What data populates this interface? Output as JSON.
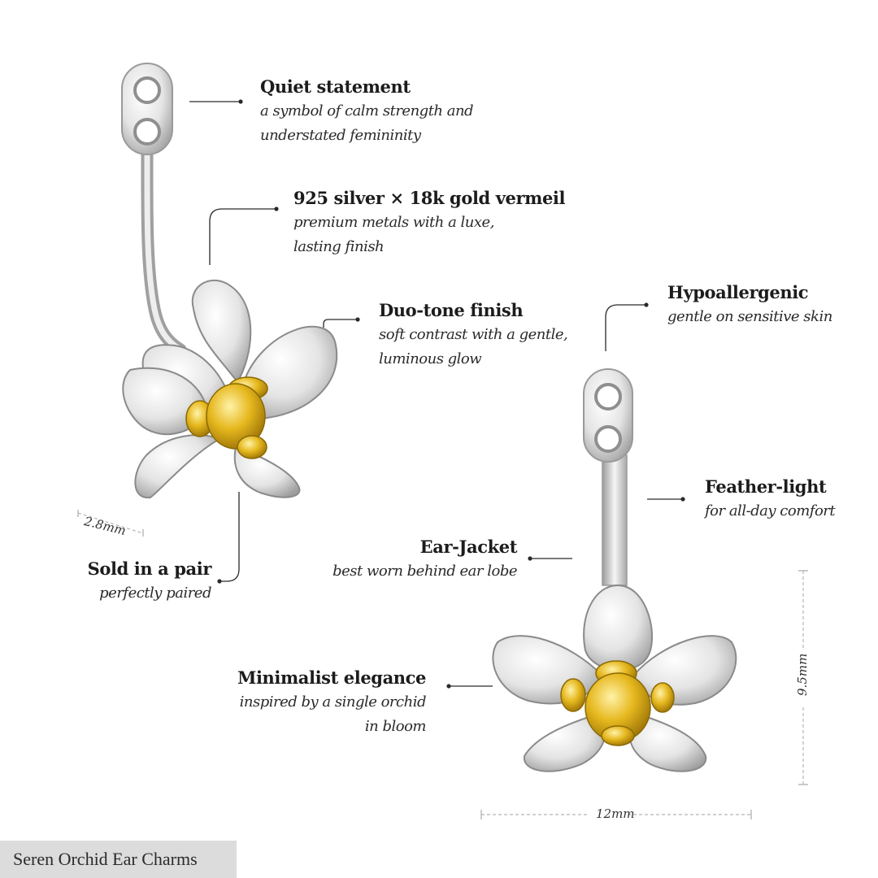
{
  "features": {
    "quiet": {
      "title": "Quiet statement",
      "desc": [
        "a symbol of calm strength and",
        "understated femininity"
      ]
    },
    "metals": {
      "title": "925 silver × 18k gold vermeil",
      "desc": [
        "premium metals with a luxe,",
        "lasting finish"
      ]
    },
    "duotone": {
      "title": "Duo-tone finish",
      "desc": [
        "soft contrast with a gentle,",
        "luminous glow"
      ]
    },
    "hypo": {
      "title": "Hypoallergenic",
      "desc": [
        "gentle on sensitive skin"
      ]
    },
    "feather": {
      "title": "Feather-light",
      "desc": [
        "for all-day comfort"
      ]
    },
    "jacket": {
      "title": "Ear-Jacket",
      "desc": [
        "best worn behind ear lobe"
      ]
    },
    "pair": {
      "title": "Sold in a pair",
      "desc": [
        "perfectly paired"
      ]
    },
    "minimal": {
      "title": "Minimalist elegance",
      "desc": [
        "inspired by a single orchid",
        "in bloom"
      ]
    }
  },
  "dimensions": {
    "thickness": "2.8mm",
    "height": "9.5mm",
    "width": "12mm"
  },
  "caption": "Seren Orchid Ear Charms",
  "colors": {
    "silver": "#d9d9d9",
    "gold": "#e3b51c",
    "text": "#1c1c1c",
    "caption_bg": "#dcdcdc"
  }
}
